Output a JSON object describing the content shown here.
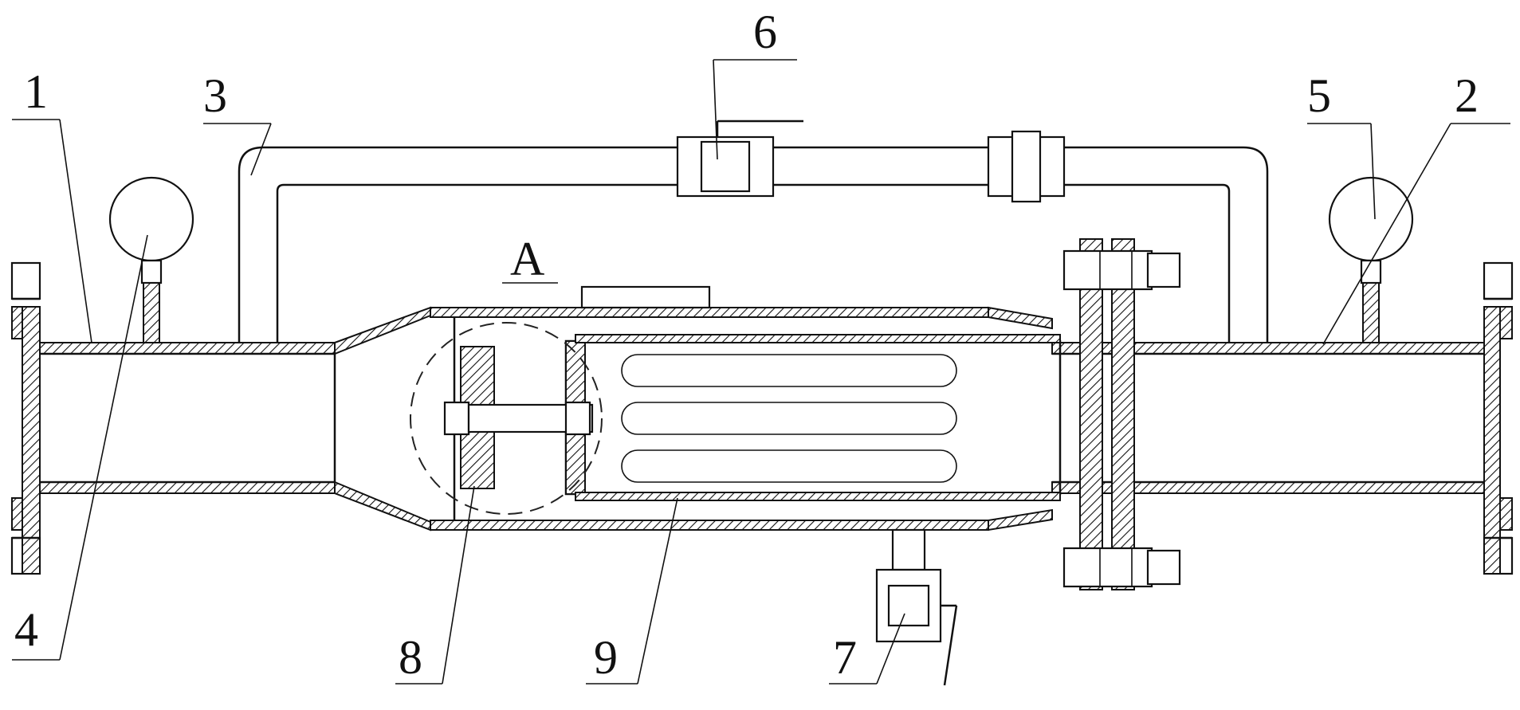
{
  "labels": {
    "l1": "1",
    "l2": "2",
    "l3": "3",
    "l4": "4",
    "l5": "5",
    "l6": "6",
    "l7": "7",
    "l8": "8",
    "l9": "9",
    "detail": "A"
  }
}
